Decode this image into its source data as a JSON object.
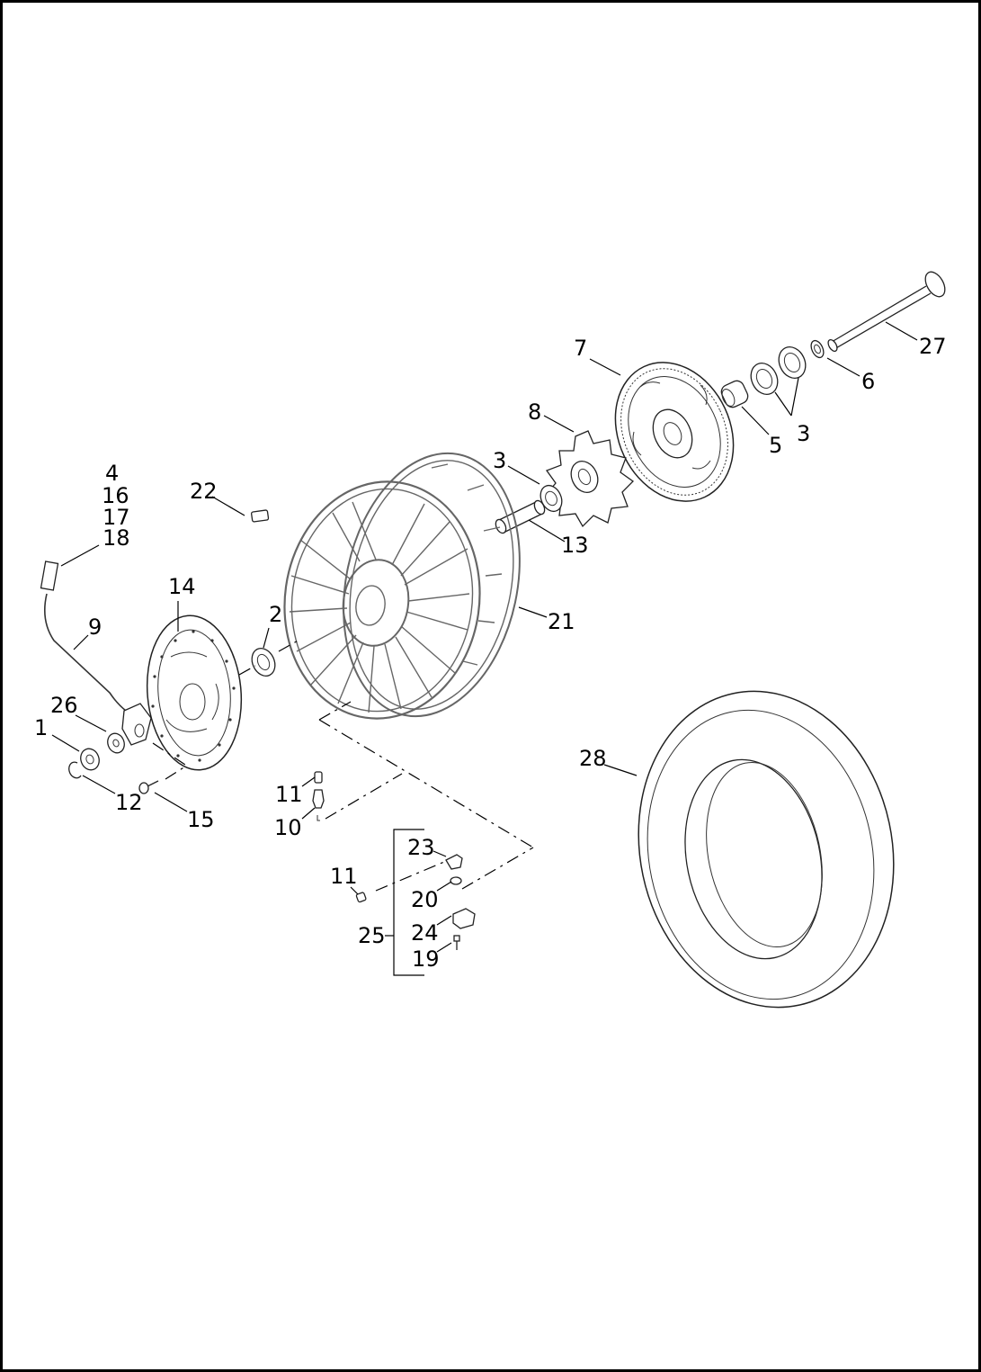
{
  "diagram": {
    "callouts": {
      "c1": "1",
      "c2": "2",
      "c3a": "3",
      "c3b": "3",
      "c4": "4",
      "c5": "5",
      "c6": "6",
      "c7": "7",
      "c8": "8",
      "c9": "9",
      "c10": "10",
      "c11a": "11",
      "c11b": "11",
      "c12": "12",
      "c13": "13",
      "c14": "14",
      "c15": "15",
      "c16": "16",
      "c17": "17",
      "c18": "18",
      "c19": "19",
      "c20": "20",
      "c21": "21",
      "c22": "22",
      "c23": "23",
      "c24": "24",
      "c25": "25",
      "c26": "26",
      "c27": "27",
      "c28": "28"
    }
  }
}
